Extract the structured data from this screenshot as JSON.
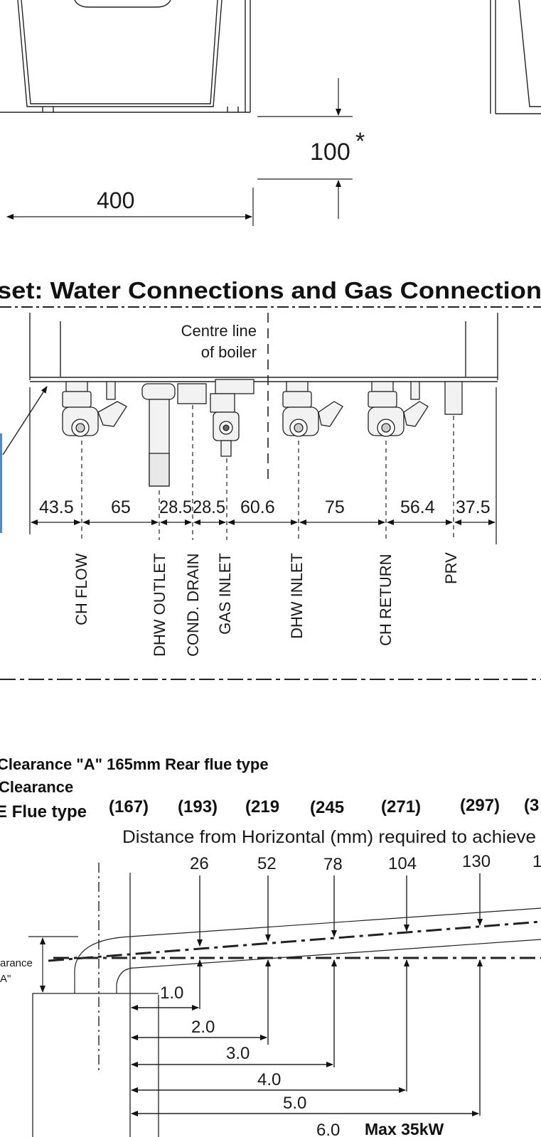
{
  "top": {
    "width_400": "400",
    "clearance_100": "100",
    "asterisk": "*"
  },
  "connections": {
    "title": "set:   Water Connections and Gas Connection",
    "centre_line_1": "Centre line",
    "centre_line_2": "of boiler",
    "dims": [
      "43.5",
      "65",
      "28.5",
      "28.5",
      "60.6",
      "75",
      "56.4",
      "37.5"
    ],
    "labels": [
      "CH FLOW",
      "DHW OUTLET",
      "COND. DRAIN",
      "GAS INLET",
      "DHW INLET",
      "CH RETURN",
      "PRV"
    ]
  },
  "flue": {
    "line1": "Clearance \"A\" 165mm Rear flue type",
    "line2": "Clearance",
    "line3": "E Flue type",
    "bracket_values": [
      "(167)",
      "(193)",
      "(219",
      "(245",
      "(271)",
      "(297)",
      "(3"
    ],
    "distance_caption": "Distance from Horizontal (mm) required to achieve",
    "drops": [
      "26",
      "52",
      "78",
      "104",
      "130",
      "1"
    ],
    "side_label_1": "arance",
    "side_label_2": "A\"",
    "lengths": [
      "1.0",
      "2.0",
      "3.0",
      "4.0",
      "5.0",
      "6.0"
    ],
    "max_label": "Max 35kW"
  }
}
